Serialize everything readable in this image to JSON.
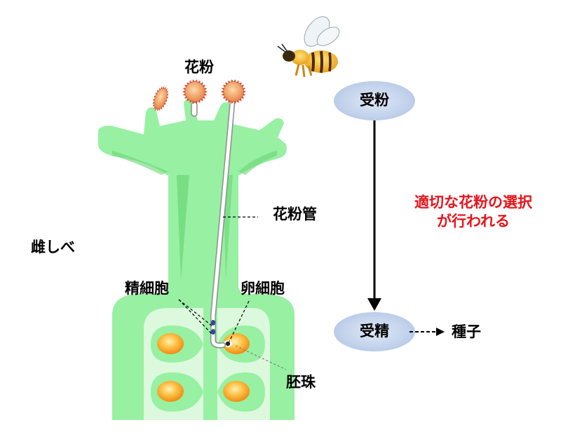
{
  "labels": {
    "pollen": "花粉",
    "pollen_tube": "花粉管",
    "pistil": "雌しべ",
    "sperm_cell": "精細胞",
    "egg_cell": "卵細胞",
    "ovule": "胚珠",
    "pollination": "受粉",
    "fertilization": "受精",
    "seed": "種子",
    "selection_line1": "適切な花粉の選択",
    "selection_line2": "が行われる"
  },
  "colors": {
    "pistil_green": "#98f0a2",
    "pistil_dark": "#6ad677",
    "ovary_light": "#dcf9de",
    "ovule_orange": "#f5a020",
    "pollen_orange": "#e9925a",
    "pollen_spike": "#d24a33",
    "flow_ellipse": "#b9cde9",
    "highlight_red": "#e8141b"
  },
  "icons": [
    "bee-icon"
  ]
}
